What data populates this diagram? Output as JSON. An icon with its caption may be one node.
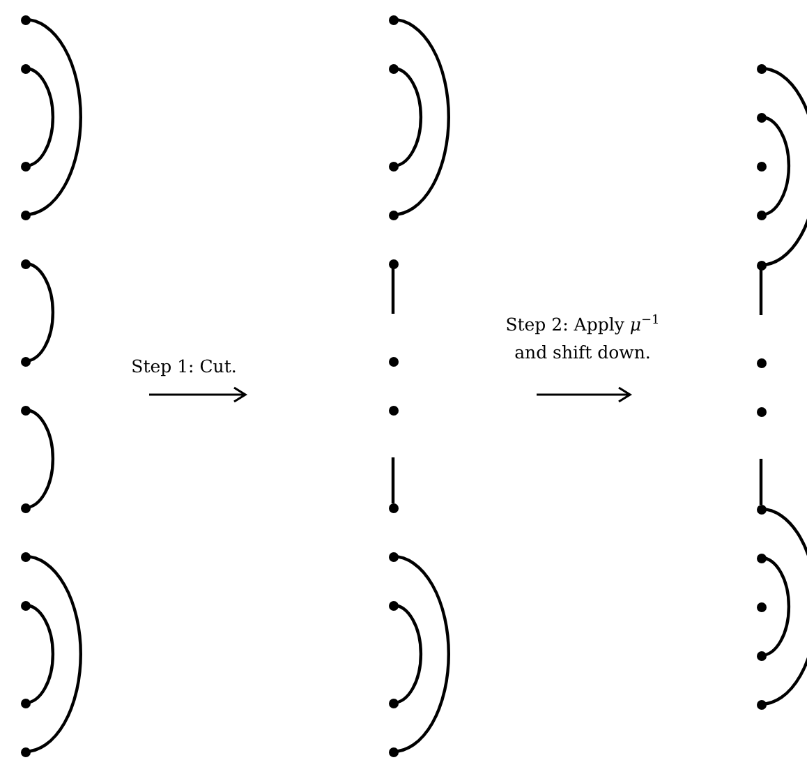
{
  "diagram": {
    "nodes": [
      {
        "text": [],
        "shape": "circle"
      },
      {
        "text": [],
        "shape": "circle"
      },
      {
        "text": [],
        "shape": "circle"
      },
      {
        "text": [],
        "shape": "circle"
      },
      {
        "text": [],
        "shape": "circle"
      },
      {
        "text": [],
        "shape": "circle"
      },
      {
        "text": [],
        "shape": "circle"
      },
      {
        "text": [],
        "shape": "circle"
      },
      {
        "text": [],
        "shape": "circle"
      },
      {
        "text": [],
        "shape": "circle"
      },
      {
        "text": [],
        "shape": "circle"
      },
      {
        "text": [],
        "shape": "circle"
      },
      {
        "text": [],
        "shape": "circle"
      },
      {
        "text": [],
        "shape": "circle"
      },
      {
        "text": [],
        "shape": "circle"
      },
      {
        "text": [],
        "shape": "circle"
      },
      {
        "text": [],
        "shape": "circle"
      },
      {
        "text": [],
        "shape": "circle"
      },
      {
        "text": [],
        "shape": "circle"
      },
      {
        "text": [],
        "shape": "circle"
      },
      {
        "text": [],
        "shape": "circle"
      },
      {
        "text": [],
        "shape": "circle"
      },
      {
        "text": [],
        "shape": "circle"
      },
      {
        "text": [],
        "shape": "circle"
      },
      {
        "text": [],
        "shape": "circle"
      },
      {
        "text": [],
        "shape": "circle"
      },
      {
        "text": [],
        "shape": "circle"
      },
      {
        "text": [],
        "shape": "circle"
      },
      {
        "text": [],
        "shape": "circle"
      },
      {
        "text": [],
        "shape": "circle"
      },
      {
        "text": [],
        "shape": "circle"
      },
      {
        "text": [],
        "shape": "circle"
      },
      {
        "text": [],
        "shape": "circle"
      },
      {
        "text": [],
        "shape": "circle"
      },
      {
        "text": [],
        "shape": "circle"
      },
      {
        "text": [],
        "shape": "circle"
      }
    ],
    "edges": [
      {
        "from": 0,
        "to": 3,
        "arrow": "none"
      },
      {
        "from": 1,
        "to": 2,
        "arrow": "none"
      },
      {
        "from": 4,
        "to": 5,
        "arrow": "none"
      },
      {
        "from": 6,
        "to": 7,
        "arrow": "none"
      },
      {
        "from": 8,
        "to": 11,
        "arrow": "none"
      },
      {
        "from": 9,
        "to": 10,
        "arrow": "none"
      },
      {
        "from": 12,
        "to": 15,
        "arrow": "none"
      },
      {
        "from": 13,
        "to": 14,
        "arrow": "none"
      },
      {
        "from": 16,
        "to": null,
        "arrow": "none"
      },
      {
        "from": null,
        "to": 19,
        "arrow": "none"
      },
      {
        "from": 20,
        "to": 23,
        "arrow": "none"
      },
      {
        "from": 21,
        "to": 22,
        "arrow": "none"
      },
      {
        "from": 24,
        "to": 28,
        "arrow": "none"
      },
      {
        "from": 25,
        "to": 27,
        "arrow": "none"
      },
      {
        "from": 28,
        "to": null,
        "arrow": "none"
      },
      {
        "from": null,
        "to": 31,
        "arrow": "none"
      },
      {
        "from": 31,
        "to": 35,
        "arrow": "none"
      },
      {
        "from": 32,
        "to": 34,
        "arrow": "none"
      }
    ],
    "labels": [
      "Step 1: Cut.",
      "Step 2: Apply *μ*$^{−1}$ and shift down."
    ]
  }
}
